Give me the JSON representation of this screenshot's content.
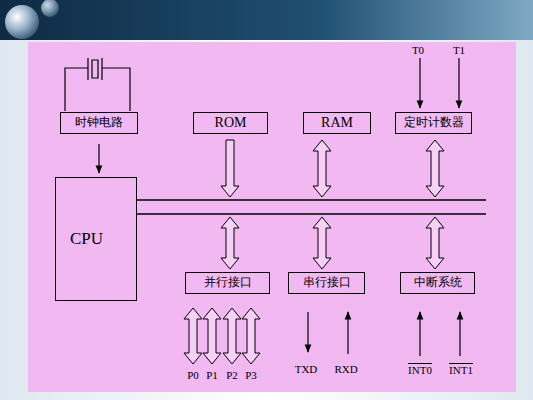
{
  "diagram": {
    "nodes": [
      {
        "text": [
          "时钟电路"
        ]
      },
      {
        "text": [
          "ROM"
        ]
      },
      {
        "text": [
          "RAM"
        ]
      },
      {
        "text": [
          "定时计数器"
        ]
      },
      {
        "text": [
          "CPU"
        ]
      },
      {
        "text": [
          "并行接口"
        ]
      },
      {
        "text": [
          "串行接口"
        ]
      },
      {
        "text": [
          "中断系统"
        ]
      }
    ],
    "edges": [
      {
        "from": 0,
        "to": 4,
        "arrow": "to"
      }
    ],
    "labels": [
      "T0",
      "T1",
      "P0",
      "P1",
      "P2",
      "P3",
      "TXD",
      "RXD",
      "INT0",
      "INT1"
    ]
  }
}
